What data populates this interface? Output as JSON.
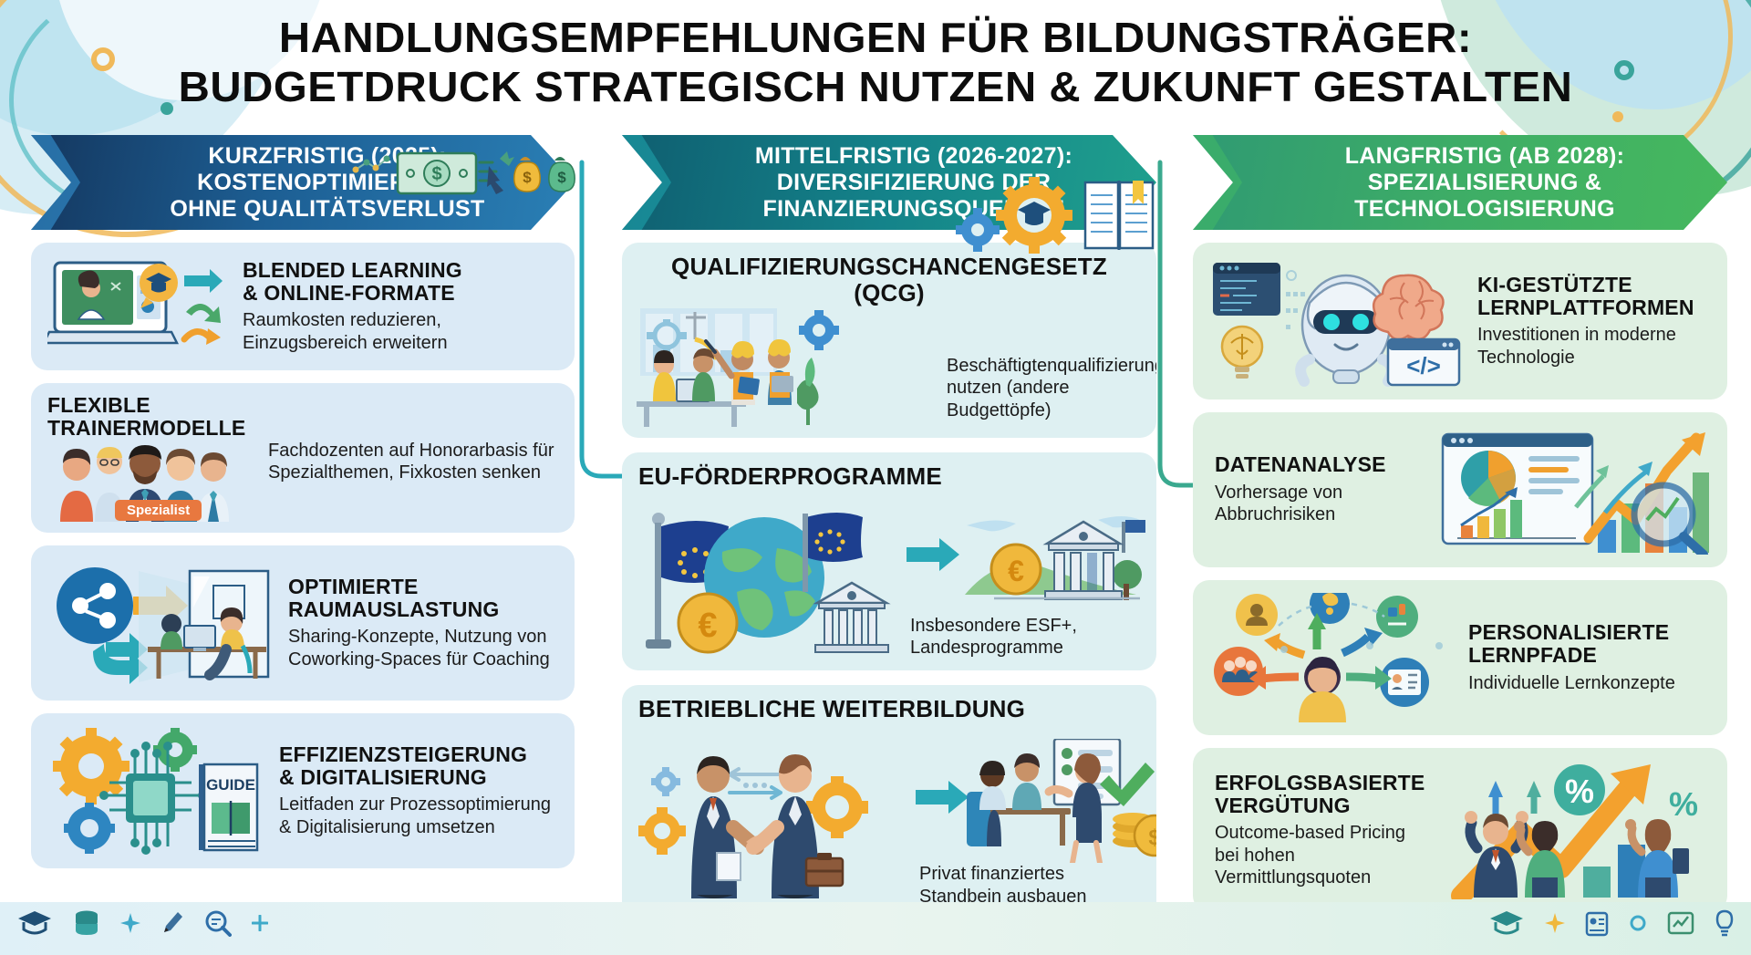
{
  "title": {
    "line1": "HANDLUNGSEMPFEHLUNGEN FÜR BILDUNGSTRÄGER:",
    "line2": "BUDGETDRUCK STRATEGISCH NUTZEN & ZUKUNFT GESTALTEN"
  },
  "colors": {
    "phase1": "#1d5f94",
    "phase2": "#14838a",
    "phase3": "#3ead66",
    "card_blue": "#dbeaf6",
    "card_cyan": "#def0f2",
    "card_green": "#dff0e2",
    "accent_orange": "#f0a02e",
    "accent_teal": "#2aa9b8",
    "title_text": "#0d0d0d"
  },
  "columns": [
    {
      "id": "kurzfristig",
      "banner": "KURZFRISTIG (2025): KOSTENOPTIMIERUNG OHNE QUALITÄTSVERLUST",
      "banner_lines": [
        "KURZFRISTIG (2025):",
        "KOSTENOPTIMIERUNG",
        "OHNE QUALITÄTSVERLUST"
      ],
      "cards": [
        {
          "title": "BLENDED LEARNING & ONLINE-FORMATE",
          "title_lines": [
            "BLENDED LEARNING",
            "& ONLINE-FORMATE"
          ],
          "body": "Raumkosten reduzieren, Einzugsbereich erweitern",
          "icon": "laptop-teacher-graduation-icon"
        },
        {
          "title": "FLEXIBLE TRAINERMODELLE",
          "title_lines": [
            "FLEXIBLE",
            "TRAINERMODELLE"
          ],
          "body": "Fachdozenten auf Honorarbasis für Spezialthemen, Fixkosten senken",
          "icon": "people-money-icon",
          "badge": "Spezialist"
        },
        {
          "title": "OPTIMIERTE RAUMAUSLASTUNG",
          "title_lines": [
            "OPTIMIERTE",
            "RAUMAUSLASTUNG"
          ],
          "body": "Sharing-Konzepte, Nutzung von Coworking-Spaces für Coaching",
          "icon": "share-coworking-icon"
        },
        {
          "title": "EFFIZIENZSTEIGERUNG & DIGITALISIERUNG",
          "title_lines": [
            "EFFIZIENZSTEIGERUNG",
            "& DIGITALISIERUNG"
          ],
          "body": "Leitfaden zur Prozessoptimierung & Digitalisierung umsetzen",
          "icon": "gears-chip-guidebook-icon",
          "badge": "GUIDE"
        }
      ]
    },
    {
      "id": "mittelfristig",
      "banner": "MITTELFRISTIG (2026-2027): DIVERSIFIZIERUNG DER FINANZIERUNGSQUELLEN",
      "banner_lines": [
        "MITTELFRISTIG (2026-2027):",
        "DIVERSIFIZIERUNG DER",
        "FINANZIERUNGSQUELLEN"
      ],
      "cards": [
        {
          "title": "QUALIFIZIERUNGSCHANCENGESETZ (QCG)",
          "title_lines": [
            "QUALIFIZIERUNGSCHANCENGESETZ",
            "(QCG)"
          ],
          "body": "Beschäftigtenqualifizierung nutzen (andere Budgettöpfe)",
          "icon": "workers-training-gears-book-icon"
        },
        {
          "title": "EU-FÖRDERPROGRAMME",
          "title_lines": [
            "EU-FÖRDERPROGRAMME"
          ],
          "body": "Insbesondere ESF+, Landesprogramme",
          "icon": "eu-flags-globe-bank-euro-icon"
        },
        {
          "title": "BETRIEBLICHE WEITERBILDUNG",
          "title_lines": [
            "BETRIEBLICHE WEITERBILDUNG"
          ],
          "body": "Privat finanziertes Standbein ausbauen",
          "icon": "handshake-training-coins-icon"
        }
      ]
    },
    {
      "id": "langfristig",
      "banner": "LANGFRISTIG (AB 2028): SPEZIALISIERUNG & TECHNOLOGISIERUNG",
      "banner_lines": [
        "LANGFRISTIG (AB 2028):",
        "SPEZIALISIERUNG &",
        "TECHNOLOGISIERUNG"
      ],
      "cards": [
        {
          "title": "KI-GESTÜTZTE LERNPLATTFORMEN",
          "title_lines": [
            "KI-GESTÜTZTE",
            "LERNPLATTFORMEN"
          ],
          "body": "Investitionen in moderne Technologie",
          "icon": "robot-brain-code-icon"
        },
        {
          "title": "DATENANALYSE",
          "title_lines": [
            "DATENANALYSE"
          ],
          "body": "Vorhersage von Abbruchrisiken",
          "icon": "dashboard-charts-magnifier-icon"
        },
        {
          "title": "PERSONALISIERTE LERNPFADE",
          "title_lines": [
            "PERSONALISIERTE",
            "LERNPFADE"
          ],
          "body": "Individuelle Lernkonzepte",
          "icon": "learner-paths-arrows-icon"
        },
        {
          "title": "ERFOLGSBASIERTE VERGÜTUNG",
          "title_lines": [
            "ERFOLGSBASIERTE",
            "VERGÜTUNG"
          ],
          "body": "Outcome-based Pricing bei hohen Vermittlungsquoten",
          "icon": "success-people-growth-arrow-icon",
          "badge": "%"
        }
      ]
    }
  ],
  "footer": {
    "left_icons": [
      "graduation-cap-icon",
      "database-icon",
      "sparkle-icon",
      "pencil-icon",
      "magnifier-chat-icon",
      "plus-icon"
    ],
    "right_icons": [
      "graduation-cap-icon",
      "sparkle-icon",
      "id-badge-icon",
      "ring-icon",
      "chart-check-icon",
      "lightbulb-icon"
    ]
  }
}
